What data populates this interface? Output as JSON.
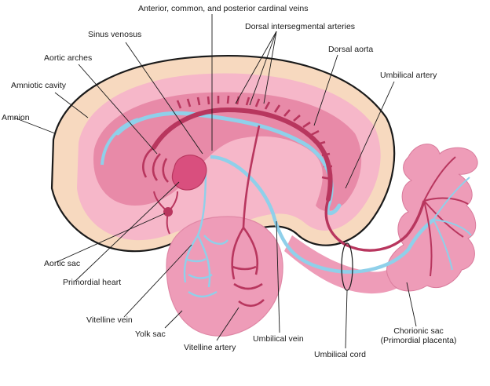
{
  "labels": {
    "cardinal_veins": "Anterior, common, and posterior cardinal veins",
    "sinus_venosus": "Sinus venosus",
    "dorsal_intersegmental": "Dorsal intersegmental arteries",
    "aortic_arches": "Aortic arches",
    "dorsal_aorta": "Dorsal aorta",
    "amniotic_cavity": "Amniotic cavity",
    "umbilical_artery": "Umbilical artery",
    "amnion": "Amnion",
    "aortic_sac": "Aortic sac",
    "primordial_heart": "Primordial heart",
    "vitelline_vein": "Vitelline vein",
    "yolk_sac": "Yolk sac",
    "umbilical_vein": "Umbilical vein",
    "vitelline_artery": "Vitelline artery",
    "umbilical_cord": "Umbilical cord",
    "chorionic_sac_line1": "Chorionic sac",
    "chorionic_sac_line2": "(Primordial placenta)"
  },
  "colors": {
    "amnion_band": "#f7d9bf",
    "amniotic_cavity": "#f6b7c9",
    "embryo": "#e88aa8",
    "artery": "#b8365e",
    "vein": "#8fd0ea",
    "heart": "#d94f7e",
    "outline": "#1a1a1a"
  }
}
